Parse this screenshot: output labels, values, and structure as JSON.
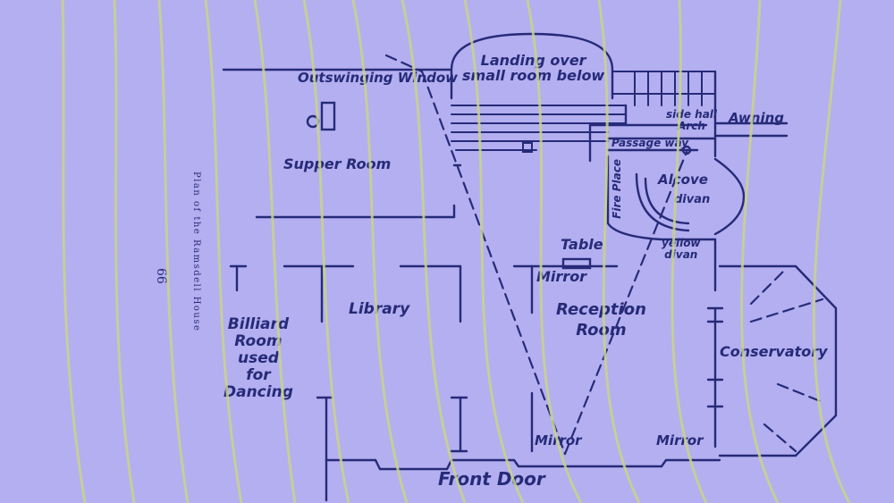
{
  "caption": "Plan of the Ramsdell House",
  "page_number": "66",
  "rooms": {
    "supper_room": "Supper Room",
    "landing_line1": "Landing over",
    "landing_line2": "small room below",
    "outswinging_window": "Outswinging Window",
    "side_hall_arch_line1": "side hall",
    "side_hall_arch_line2": "Arch",
    "awning": "Awning",
    "passage_way": "Passage way",
    "fire_place": "Fire Place",
    "alcove": "Alcove",
    "divan": "divan",
    "yellow_divan_line1": "yellow",
    "yellow_divan_line2": "divan",
    "table": "Table",
    "mirror_top": "Mirror",
    "library": "Library",
    "reception_line1": "Reception",
    "reception_line2": "Room",
    "billiard_line1": "Billiard",
    "billiard_line2": "Room",
    "billiard_line3": "used",
    "billiard_line4": "for",
    "billiard_line5": "Dancing",
    "conservatory": "Conservatory",
    "mirror_left": "Mirror",
    "mirror_right": "Mirror",
    "front_door": "Front Door"
  },
  "colors": {
    "background": "#b3aff0",
    "ink": "#262a78",
    "wave_lines": "#c9d48a"
  }
}
